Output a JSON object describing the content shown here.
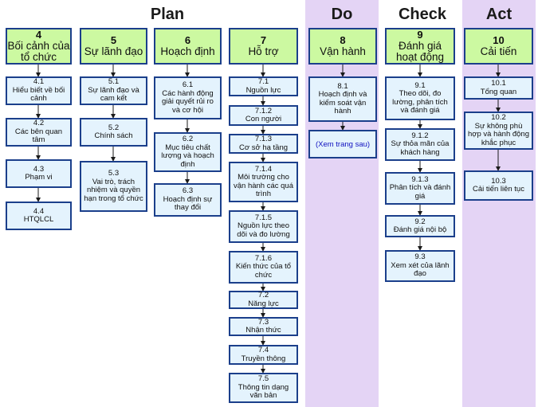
{
  "colors": {
    "band": "#e4d4f5",
    "header_fill": "#ccf9a1",
    "box_fill": "#e4f3fd",
    "border": "#1b3f8b",
    "arrow": "#1a1a1a",
    "note_text": "#1010c0"
  },
  "phases": {
    "plan": "Plan",
    "do": "Do",
    "check": "Check",
    "act": "Act"
  },
  "clauses": {
    "c4": {
      "num": "4",
      "title": "Bối cảnh của tổ chức",
      "items": [
        {
          "num": "4.1",
          "text": "Hiểu biết về bối cảnh"
        },
        {
          "num": "4.2",
          "text": "Các bên quan tâm"
        },
        {
          "num": "4.3",
          "text": "Phạm vi"
        },
        {
          "num": "4.4",
          "text": "HTQLCL"
        }
      ]
    },
    "c5": {
      "num": "5",
      "title": "Sự lãnh đạo",
      "items": [
        {
          "num": "5.1",
          "text": "Sự lãnh đạo và cam kết"
        },
        {
          "num": "5.2",
          "text": "Chính sách"
        },
        {
          "num": "5.3",
          "text": "Vai trò, trách nhiệm và quyền hạn trong tổ chức"
        }
      ]
    },
    "c6": {
      "num": "6",
      "title": "Hoạch định",
      "items": [
        {
          "num": "6.1",
          "text": "Các hành động giải quyết rủi ro và cơ hội"
        },
        {
          "num": "6.2",
          "text": "Mục tiêu chất lượng và hoạch định"
        },
        {
          "num": "6.3",
          "text": "Hoạch định sự thay đổi"
        }
      ]
    },
    "c7": {
      "num": "7",
      "title": "Hỗ trợ",
      "items": [
        {
          "num": "7.1",
          "text": "Nguồn lực"
        },
        {
          "num": "7.1.2",
          "text": "Con người"
        },
        {
          "num": "7.1.3",
          "text": "Cơ sở hạ tầng"
        },
        {
          "num": "7.1.4",
          "text": "Môi trường cho vận hành các quá trình"
        },
        {
          "num": "7.1.5",
          "text": "Nguồn lực theo dõi và đo lường"
        },
        {
          "num": "7.1.6",
          "text": "Kiến thức của tổ chức"
        },
        {
          "num": "7.2",
          "text": "Năng lực"
        },
        {
          "num": "7.3",
          "text": "Nhận thức"
        },
        {
          "num": "7.4",
          "text": "Truyền thông"
        },
        {
          "num": "7.5",
          "text": "Thông tin dạng văn bản"
        }
      ]
    },
    "c8": {
      "num": "8",
      "title": "Vận hành",
      "items": [
        {
          "num": "8.1",
          "text": "Hoạch định và kiểm soát vận hành"
        }
      ],
      "note": "(Xem trang sau)"
    },
    "c9": {
      "num": "9",
      "title": "Đánh giá hoạt động",
      "items": [
        {
          "num": "9.1",
          "text": "Theo dõi, đo lường, phân tích và đánh giá"
        },
        {
          "num": "9.1.2",
          "text": "Sự thỏa mãn của khách hàng"
        },
        {
          "num": "9.1.3",
          "text": "Phân tích và đánh giá"
        },
        {
          "num": "9.2",
          "text": "Đánh giá nội bộ"
        },
        {
          "num": "9.3",
          "text": "Xem xét của lãnh đạo"
        }
      ]
    },
    "c10": {
      "num": "10",
      "title": "Cải tiến",
      "items": [
        {
          "num": "10.1",
          "text": "Tổng quan"
        },
        {
          "num": "10.2",
          "text": "Sự không phù hợp và hành động khắc phục"
        },
        {
          "num": "10.3",
          "text": "Cải tiến liên tục"
        }
      ]
    }
  }
}
